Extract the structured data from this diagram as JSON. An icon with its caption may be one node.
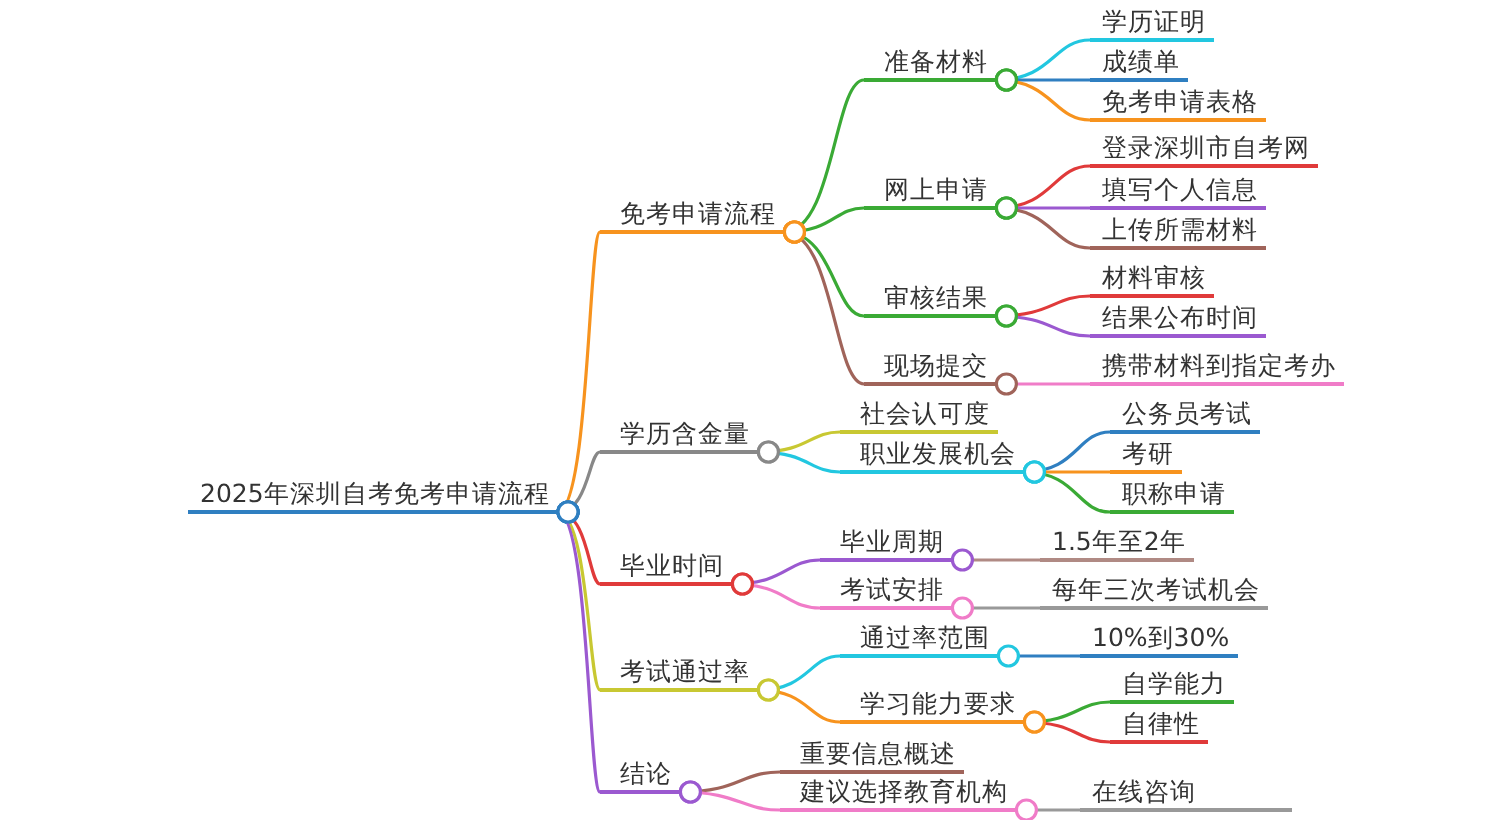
{
  "diagram": {
    "nodes": [
      {
        "text": [
          "2025年深圳自考免考申请流程"
        ]
      },
      {
        "text": [
          "免考申请流程"
        ]
      },
      {
        "text": [
          "准备材料"
        ]
      },
      {
        "text": [
          "学历证明"
        ]
      },
      {
        "text": [
          "成绩单"
        ]
      },
      {
        "text": [
          "免考申请表格"
        ]
      },
      {
        "text": [
          "网上申请"
        ]
      },
      {
        "text": [
          "登录深圳市自考网"
        ]
      },
      {
        "text": [
          "填写个人信息"
        ]
      },
      {
        "text": [
          "上传所需材料"
        ]
      },
      {
        "text": [
          "审核结果"
        ]
      },
      {
        "text": [
          "材料审核"
        ]
      },
      {
        "text": [
          "结果公布时间"
        ]
      },
      {
        "text": [
          "现场提交"
        ]
      },
      {
        "text": [
          "携带材料到指定考办"
        ]
      },
      {
        "text": [
          "学历含金量"
        ]
      },
      {
        "text": [
          "社会认可度"
        ]
      },
      {
        "text": [
          "职业发展机会"
        ]
      },
      {
        "text": [
          "公务员考试"
        ]
      },
      {
        "text": [
          "考研"
        ]
      },
      {
        "text": [
          "职称申请"
        ]
      },
      {
        "text": [
          "毕业时间"
        ]
      },
      {
        "text": [
          "毕业周期"
        ]
      },
      {
        "text": [
          "1.5年至2年"
        ]
      },
      {
        "text": [
          "考试安排"
        ]
      },
      {
        "text": [
          "每年三次考试机会"
        ]
      },
      {
        "text": [
          "考试通过率"
        ]
      },
      {
        "text": [
          "通过率范围"
        ]
      },
      {
        "text": [
          "10%到30%"
        ]
      },
      {
        "text": [
          "学习能力要求"
        ]
      },
      {
        "text": [
          "自学能力"
        ]
      },
      {
        "text": [
          "自律性"
        ]
      },
      {
        "text": [
          "结论"
        ]
      },
      {
        "text": [
          "重要信息概述"
        ]
      },
      {
        "text": [
          "建议选择教育机构"
        ]
      },
      {
        "text": [
          "在线咨询"
        ]
      }
    ],
    "edges": [
      {
        "from": 0,
        "to": 1,
        "arrow": "other",
        "color": "#f7931e"
      },
      {
        "from": 1,
        "to": 2,
        "arrow": "other",
        "color": "#3aaa35"
      },
      {
        "from": 2,
        "to": 3,
        "arrow": "other",
        "color": "#22c7e0"
      },
      {
        "from": 2,
        "to": 4,
        "arrow": "other",
        "color": "#2f7fc1"
      },
      {
        "from": 2,
        "to": 5,
        "arrow": "other",
        "color": "#f7931e"
      },
      {
        "from": 1,
        "to": 6,
        "arrow": "other",
        "color": "#3aaa35"
      },
      {
        "from": 6,
        "to": 7,
        "arrow": "other",
        "color": "#e03a3a"
      },
      {
        "from": 6,
        "to": 8,
        "arrow": "other",
        "color": "#9b59d0"
      },
      {
        "from": 6,
        "to": 9,
        "arrow": "other",
        "color": "#a0645a"
      },
      {
        "from": 1,
        "to": 10,
        "arrow": "other",
        "color": "#3aaa35"
      },
      {
        "from": 10,
        "to": 11,
        "arrow": "other",
        "color": "#e03a3a"
      },
      {
        "from": 10,
        "to": 12,
        "arrow": "other",
        "color": "#9b59d0"
      },
      {
        "from": 1,
        "to": 13,
        "arrow": "other",
        "color": "#a0645a"
      },
      {
        "from": 13,
        "to": 14,
        "arrow": "other",
        "color": "#f07cc8"
      },
      {
        "from": 0,
        "to": 15,
        "arrow": "other",
        "color": "#888888"
      },
      {
        "from": 15,
        "to": 16,
        "arrow": "other",
        "color": "#c8c832"
      },
      {
        "from": 15,
        "to": 17,
        "arrow": "other",
        "color": "#22c7e0"
      },
      {
        "from": 17,
        "to": 18,
        "arrow": "other",
        "color": "#2f7fc1"
      },
      {
        "from": 17,
        "to": 19,
        "arrow": "other",
        "color": "#f7931e"
      },
      {
        "from": 17,
        "to": 20,
        "arrow": "other",
        "color": "#3aaa35"
      },
      {
        "from": 0,
        "to": 21,
        "arrow": "other",
        "color": "#e03a3a"
      },
      {
        "from": 21,
        "to": 22,
        "arrow": "other",
        "color": "#9b59d0"
      },
      {
        "from": 22,
        "to": 23,
        "arrow": "other",
        "color": "#b08a84"
      },
      {
        "from": 21,
        "to": 24,
        "arrow": "other",
        "color": "#f07cc8"
      },
      {
        "from": 24,
        "to": 25,
        "arrow": "other",
        "color": "#999999"
      },
      {
        "from": 0,
        "to": 26,
        "arrow": "other",
        "color": "#c8c832"
      },
      {
        "from": 26,
        "to": 27,
        "arrow": "other",
        "color": "#22c7e0"
      },
      {
        "from": 27,
        "to": 28,
        "arrow": "other",
        "color": "#2f7fc1"
      },
      {
        "from": 26,
        "to": 29,
        "arrow": "other",
        "color": "#f7931e"
      },
      {
        "from": 29,
        "to": 30,
        "arrow": "other",
        "color": "#3aaa35"
      },
      {
        "from": 29,
        "to": 31,
        "arrow": "other",
        "color": "#e03a3a"
      },
      {
        "from": 0,
        "to": 32,
        "arrow": "other",
        "color": "#9b59d0"
      },
      {
        "from": 32,
        "to": 33,
        "arrow": "other",
        "color": "#a0645a"
      },
      {
        "from": 32,
        "to": 34,
        "arrow": "other",
        "color": "#f07cc8"
      },
      {
        "from": 34,
        "to": 35,
        "arrow": "other",
        "color": "#999999"
      }
    ]
  }
}
